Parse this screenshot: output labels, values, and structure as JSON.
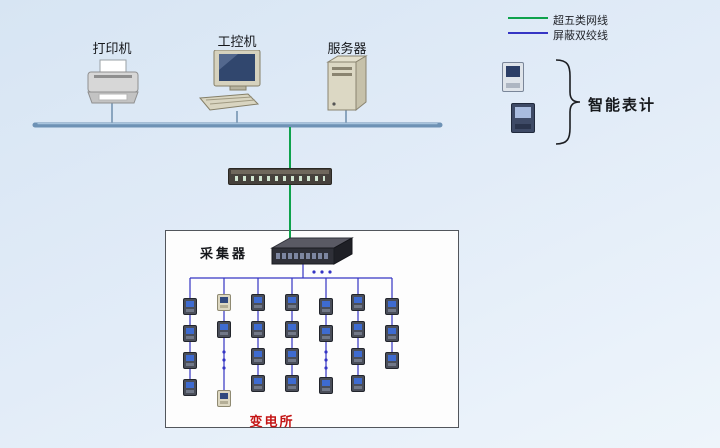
{
  "diagram": {
    "legend": {
      "cat5_label": "超五类网线",
      "stp_label": "屏蔽双绞线",
      "cat5_color": "#0ea24c",
      "stp_color": "#3535c4"
    },
    "devices": {
      "printer_label": "打印机",
      "ipc_label": "工控机",
      "server_label": "服务器"
    },
    "collector_label": "采集器",
    "substation_label": "变电所",
    "smart_meters_label": "智能表计",
    "meter_grid": {
      "columns": 7,
      "meter_count": 25
    }
  }
}
